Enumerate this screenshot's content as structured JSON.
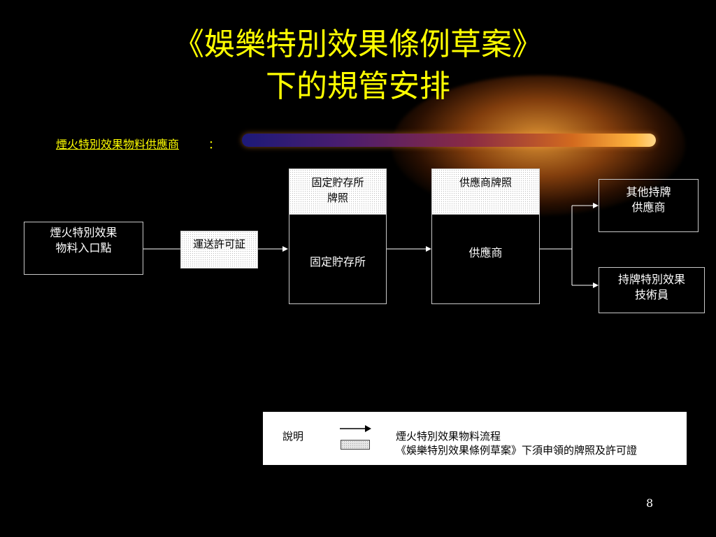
{
  "title": {
    "line1": "《娛樂特別效果條例草案》",
    "line2": "下的規管安排"
  },
  "subtitle": {
    "text": "煙火特別效果物料供應商",
    "colon": "："
  },
  "nodes": {
    "entry": {
      "line1": "煙火特別效果",
      "line2": "物料入口點"
    },
    "transport_permit": {
      "text": "運送許可証"
    },
    "storage_license": {
      "line1": "固定貯存所",
      "line2": "牌照"
    },
    "storage": {
      "text": "固定貯存所"
    },
    "supplier_license": {
      "text": "供應商牌照"
    },
    "supplier": {
      "text": "供應商"
    },
    "other_supplier": {
      "line1": "其他持牌",
      "line2": "供應商"
    },
    "technician": {
      "line1": "持牌特別效果",
      "line2": "技術員"
    }
  },
  "legend": {
    "label": "說明",
    "flow_text": "煙火特別效果物料流程",
    "license_text": "《娛樂特別效果條例草案》下須申領的牌照及許可證"
  },
  "page_number": "8",
  "colors": {
    "title": "#ffff00",
    "background": "#000000",
    "border": "#c8c8c8"
  }
}
